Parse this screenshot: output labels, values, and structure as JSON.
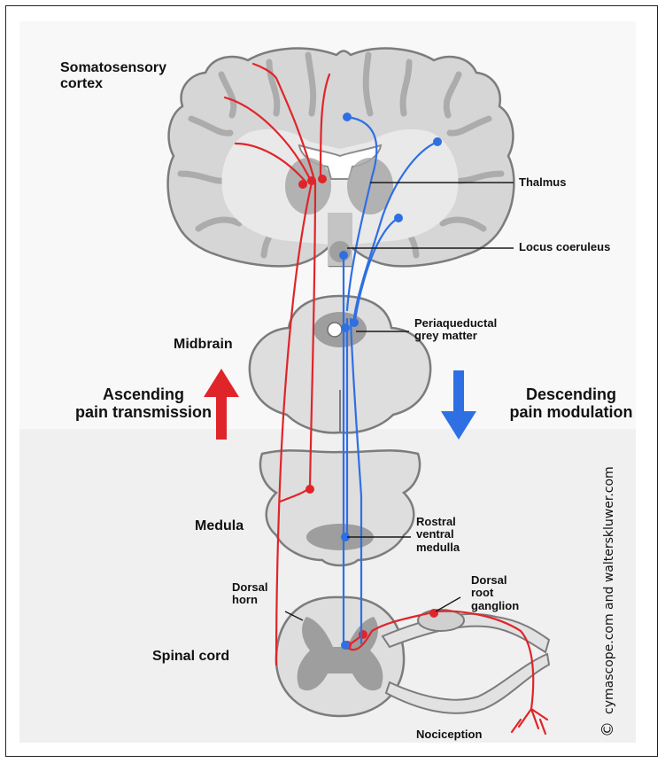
{
  "labels": {
    "somatosensory": "Somatosensory",
    "cortex": "cortex",
    "thalmus": "Thalmus",
    "locus": "Locus coeruleus",
    "periaqueductal_1": "Periaqueductal",
    "periaqueductal_2": "grey matter",
    "midbrain": "Midbrain",
    "ascending_1": "Ascending",
    "ascending_2": "pain transmission",
    "descending_1": "Descending",
    "descending_2": "pain modulation",
    "medula": "Medula",
    "rostral_1": "Rostral",
    "rostral_2": "ventral",
    "rostral_3": "medulla",
    "dorsal_horn_1": "Dorsal",
    "dorsal_horn_2": "horn",
    "drg_1": "Dorsal",
    "drg_2": "root",
    "drg_3": "ganglion",
    "spinal_cord": "Spinal cord",
    "nociception": "Nociception"
  },
  "credit": {
    "symbol": "©",
    "text": "cymascope.com and walterskluwer.com"
  },
  "colors": {
    "ascending": "#e0252a",
    "descending": "#2f6fe4",
    "tissue_fill": "#dcdcdc",
    "tissue_outline": "#7e7e7e",
    "nucleus_fill": "#9c9c9c"
  }
}
